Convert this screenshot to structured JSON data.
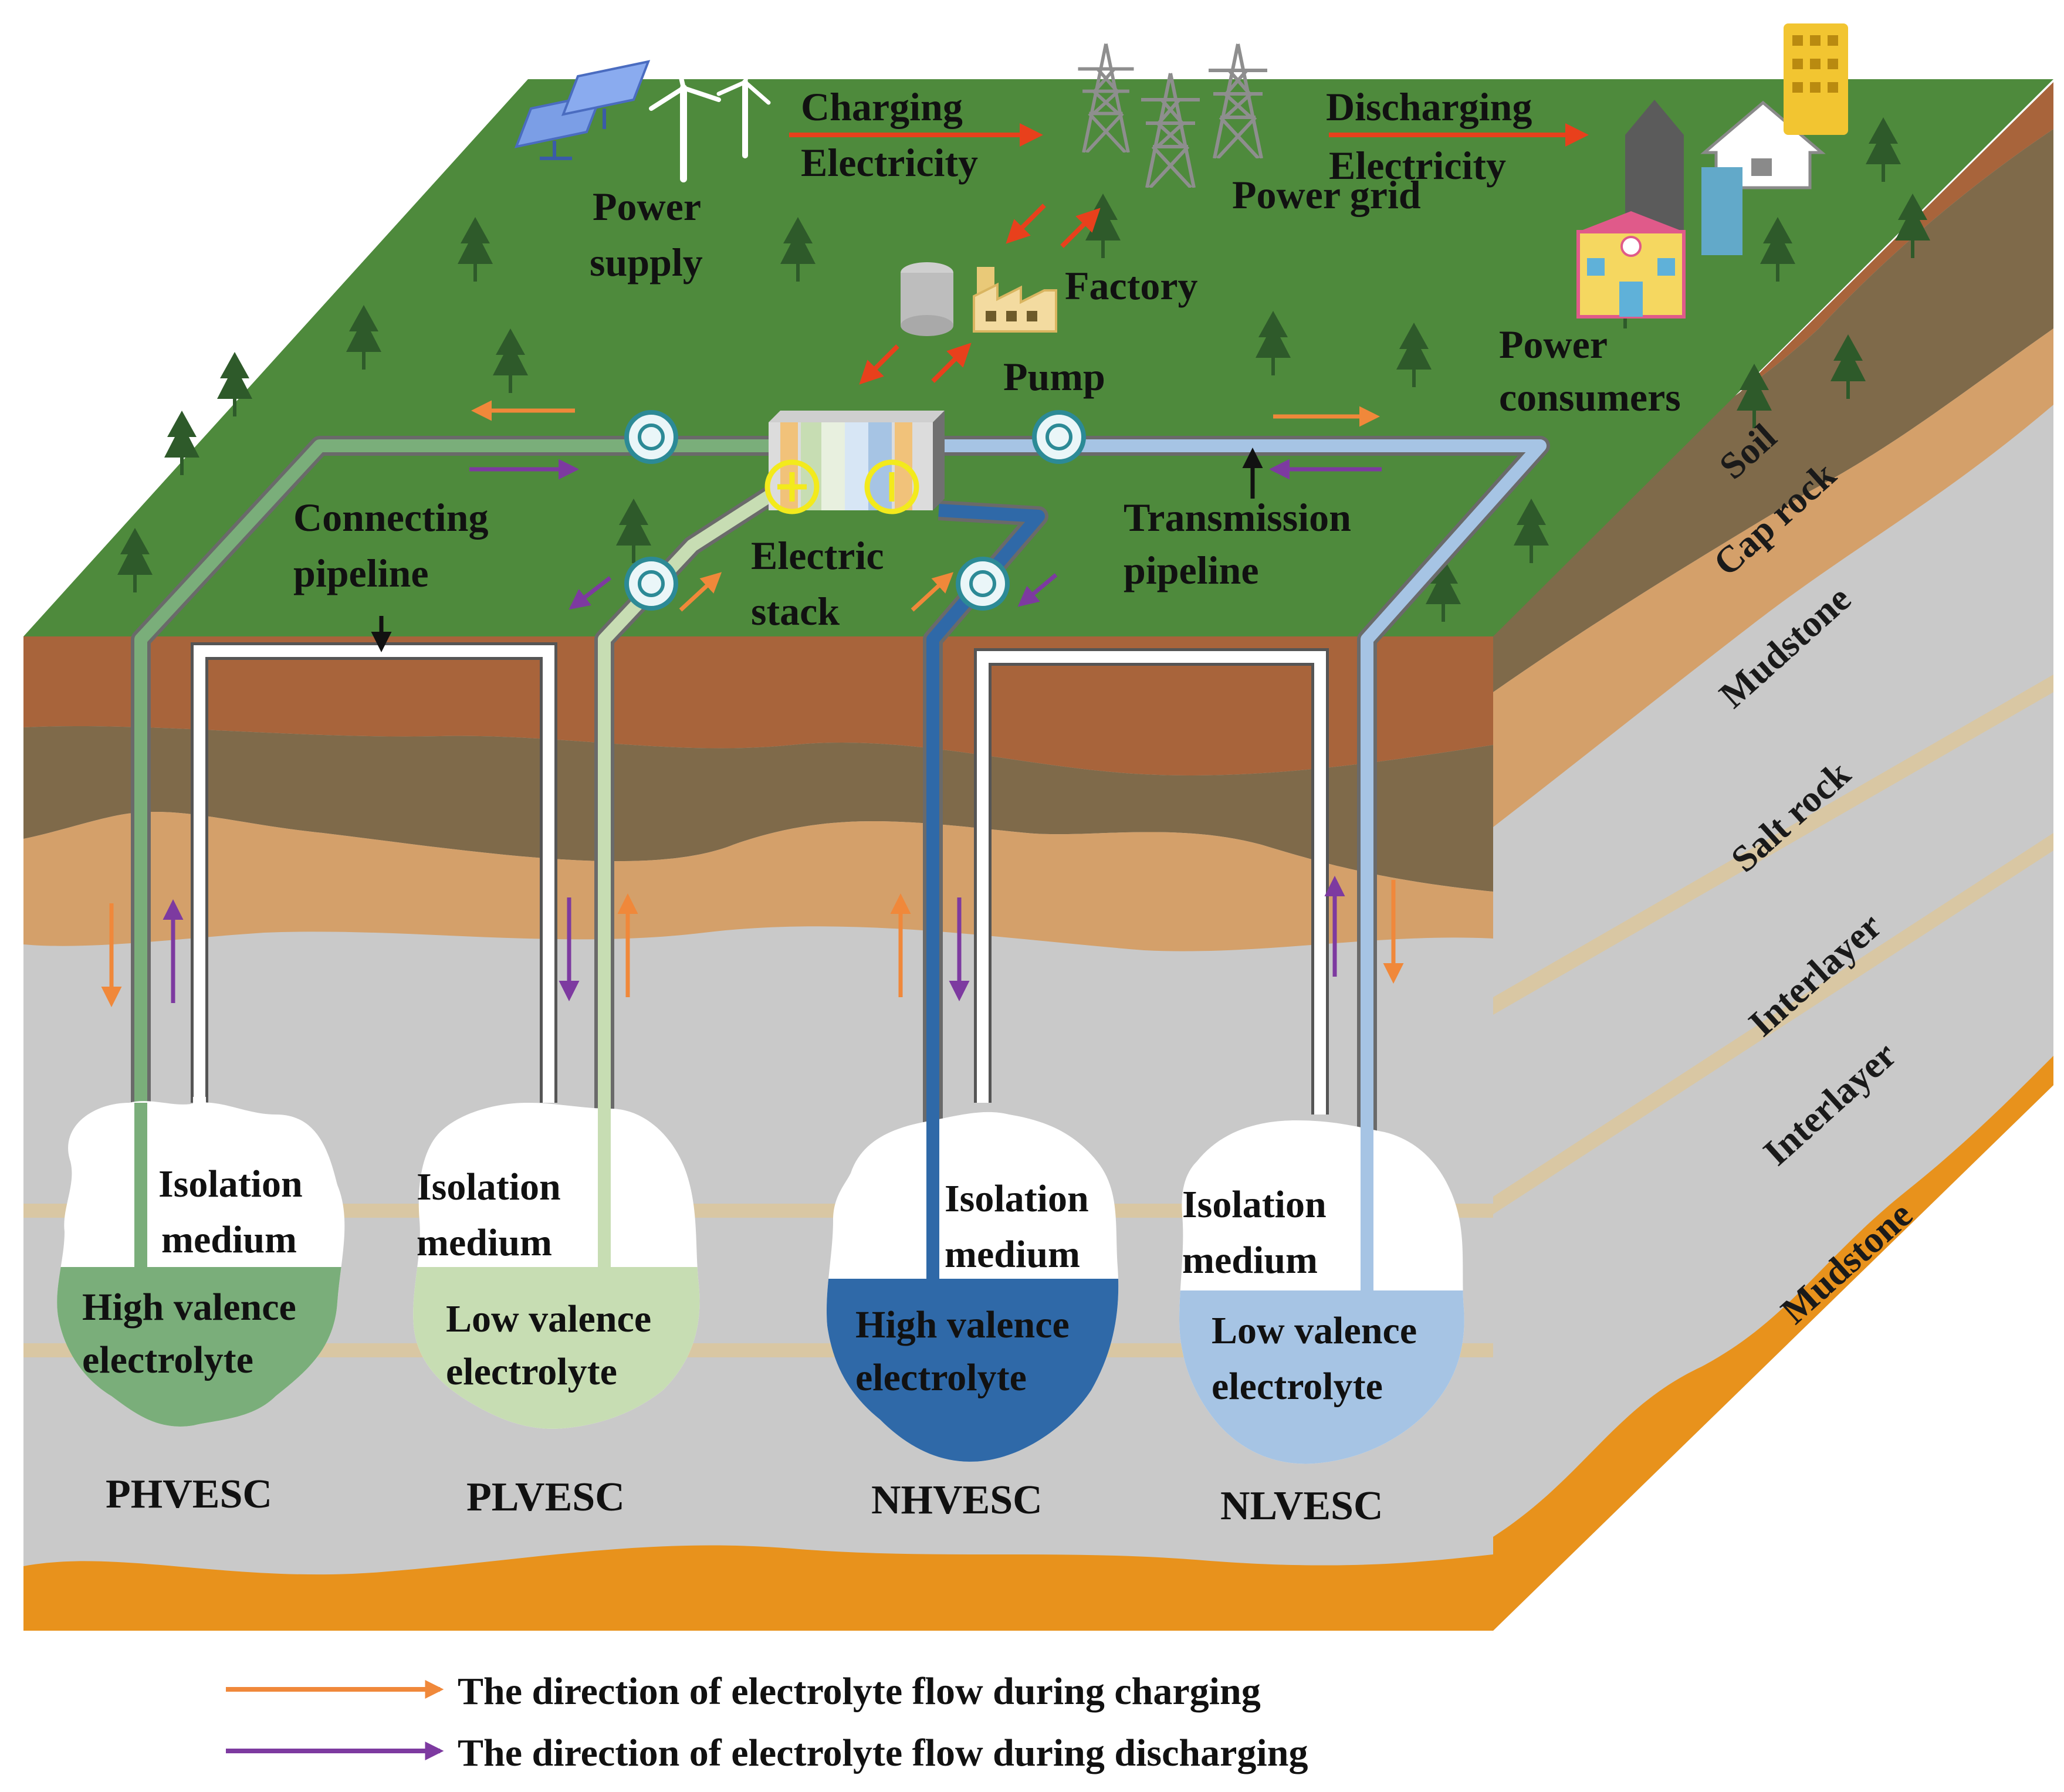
{
  "labels": {
    "charging_electricity": [
      "Charging",
      "Electricity"
    ],
    "discharging_electricity": [
      "Discharging",
      "Electricity"
    ],
    "power_supply": [
      "Power",
      "supply"
    ],
    "power_grid": "Power grid",
    "factory": "Factory",
    "power_consumers": [
      "Power",
      "consumers"
    ],
    "pump": "Pump",
    "electric_stack": [
      "Electric",
      "stack"
    ],
    "connecting_pipeline": [
      "Connecting",
      "pipeline"
    ],
    "transmission_pipeline": [
      "Transmission",
      "pipeline"
    ]
  },
  "strata": [
    "Soil",
    "Cap rock",
    "Mudstone",
    "Salt rock",
    "Interlayer",
    "Interlayer",
    "Mudstone"
  ],
  "caverns": [
    {
      "code": "PHVESC",
      "isolation": [
        "Isolation",
        "medium"
      ],
      "electrolyte": [
        "High valence",
        "electrolyte"
      ],
      "color": "#7aae7a"
    },
    {
      "code": "PLVESC",
      "isolation": [
        "Isolation",
        "medium"
      ],
      "electrolyte": [
        "Low valence",
        "electrolyte"
      ],
      "color": "#c7ddb3"
    },
    {
      "code": "NHVESC",
      "isolation": [
        "Isolation",
        "medium"
      ],
      "electrolyte": [
        "High valence",
        "electrolyte"
      ],
      "color": "#2f69a8"
    },
    {
      "code": "NLVESC",
      "isolation": [
        "Isolation",
        "medium"
      ],
      "electrolyte": [
        "Low valence",
        "electrolyte"
      ],
      "color": "#a6c4e4"
    }
  ],
  "legend": [
    {
      "text": "The direction of electrolyte flow during charging",
      "color": "#f0883a"
    },
    {
      "text": "The direction of electrolyte flow during discharging",
      "color": "#7d3aa0"
    }
  ],
  "colors": {
    "ground": "#4e8a3c",
    "soil": "#a8643b",
    "cap_rock": "#7f6a4a",
    "mudstone_upper": "#d4a06a",
    "salt_rock": "#cbcbcb",
    "interlayer": "#d9c7a3",
    "mudstone_lower": "#e8921c",
    "charging_arrow": "#f0883a",
    "discharging_arrow": "#7d3aa0",
    "supply_arrow": "#e8401c"
  }
}
